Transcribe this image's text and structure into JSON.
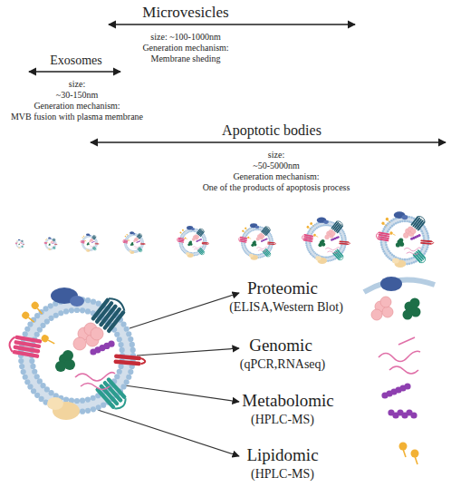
{
  "diagram": {
    "labels": [
      "Microvesicles",
      "size: ~100-1000nm",
      "Generation mechanism:",
      "Membrane sheding",
      "Exosomes",
      "size:",
      "~30-150nm",
      "Generation mechanism:",
      "MVB fusion with plasma membrane",
      "Apoptotic bodies",
      "size:",
      "~50-5000nm",
      "Generation mechanism:",
      "One of the products of apoptosis process",
      "Proteomic",
      "(ELISA,Western Blot)",
      "Genomic",
      "(qPCR,RNAseq)",
      "Metabolomic",
      "(HPLC-MS)",
      "Lipidomic",
      "(HPLC-MS)"
    ]
  }
}
